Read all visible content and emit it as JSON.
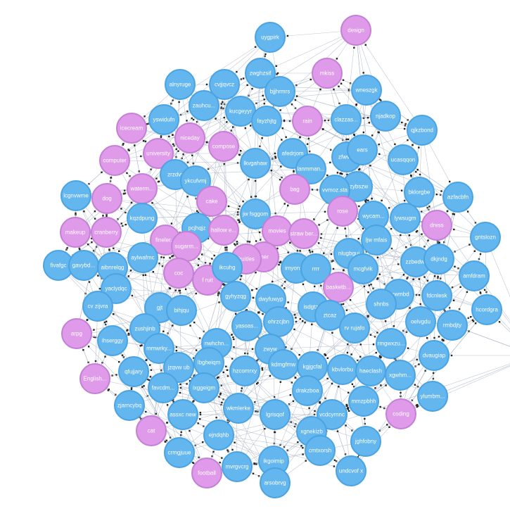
{
  "graph": {
    "colors": {
      "blue": "#63b6ee",
      "blue_stroke": "#4aa3e2",
      "pink": "#df9be9",
      "pink_stroke": "#c47fd6",
      "edge": "#aab4c4",
      "background": "#ffffff"
    },
    "nodes": [
      {
        "id": "uygpirk",
        "label": "uygpirk",
        "group": "blue"
      },
      {
        "id": "design",
        "label": "design",
        "group": "pink"
      },
      {
        "id": "zwghzsif",
        "label": "zwghzsif",
        "group": "blue"
      },
      {
        "id": "mkiss",
        "label": "mkiss",
        "group": "pink"
      },
      {
        "id": "alnyruge",
        "label": "alnyruge",
        "group": "blue"
      },
      {
        "id": "cvjjqvcz",
        "label": "cvjjqvcz",
        "group": "blue"
      },
      {
        "id": "bjjhrmrs",
        "label": "bjjhrmrs",
        "group": "blue"
      },
      {
        "id": "wneszgk",
        "label": "wneszgk",
        "group": "blue"
      },
      {
        "id": "zauhcu",
        "label": "zauhcu...",
        "group": "blue"
      },
      {
        "id": "kucgeyyr",
        "label": "kucgeyyr",
        "group": "blue"
      },
      {
        "id": "njadkop",
        "label": "njadkop",
        "group": "blue"
      },
      {
        "id": "yswidufn",
        "label": "yswidufn",
        "group": "blue"
      },
      {
        "id": "fayzhjtg",
        "label": "fayzhjtg",
        "group": "blue"
      },
      {
        "id": "rain",
        "label": "rain",
        "group": "pink"
      },
      {
        "id": "claszas",
        "label": "clazzas...",
        "group": "blue"
      },
      {
        "id": "qjkzbond",
        "label": "qjkzbond",
        "group": "blue"
      },
      {
        "id": "icecream",
        "label": "icecream",
        "group": "pink"
      },
      {
        "id": "niceday",
        "label": "niceday",
        "group": "pink"
      },
      {
        "id": "compose",
        "label": "compose",
        "group": "pink"
      },
      {
        "id": "university",
        "label": "university",
        "group": "pink"
      },
      {
        "id": "afedrjom",
        "label": "afedrjom",
        "group": "blue"
      },
      {
        "id": "zfwvqij",
        "label": "zfwvqij",
        "group": "blue"
      },
      {
        "id": "ucasqqon",
        "label": "ucasqqon",
        "group": "blue"
      },
      {
        "id": "ears",
        "label": "ears",
        "group": "blue"
      },
      {
        "id": "computer",
        "label": "computer",
        "group": "pink"
      },
      {
        "id": "lkvgahaw",
        "label": "lkvgahaw",
        "group": "blue"
      },
      {
        "id": "lanmman",
        "label": "lanmman...",
        "group": "blue"
      },
      {
        "id": "zrzdvr",
        "label": "zrzdvr",
        "group": "blue"
      },
      {
        "id": "ykcufvmj",
        "label": "ykcufvmj",
        "group": "blue"
      },
      {
        "id": "bag",
        "label": "bag",
        "group": "pink"
      },
      {
        "id": "yzybszw",
        "label": "yzybszw",
        "group": "blue"
      },
      {
        "id": "vvmozs",
        "label": "vvmoz.sta",
        "group": "blue"
      },
      {
        "id": "lcgnvwme",
        "label": "lcgnvwme",
        "group": "blue"
      },
      {
        "id": "dog",
        "label": "dog",
        "group": "pink"
      },
      {
        "id": "watermelon",
        "label": "waterm...",
        "group": "pink"
      },
      {
        "id": "bklorgbe",
        "label": "bklorgbe",
        "group": "blue"
      },
      {
        "id": "azfacbfn",
        "label": "azfacbfn",
        "group": "blue"
      },
      {
        "id": "cake",
        "label": "cake",
        "group": "pink"
      },
      {
        "id": "jwfsggom",
        "label": "jw fsggom",
        "group": "blue"
      },
      {
        "id": "rose",
        "label": "rose",
        "group": "pink"
      },
      {
        "id": "wycam",
        "label": "wycam...",
        "group": "blue"
      },
      {
        "id": "lywsugm",
        "label": "lywsugm",
        "group": "blue"
      },
      {
        "id": "dress",
        "label": "dress",
        "group": "pink"
      },
      {
        "id": "kqzdpung",
        "label": "kqzdpung",
        "group": "blue"
      },
      {
        "id": "pcjhqjz",
        "label": "pcjhqjz",
        "group": "blue"
      },
      {
        "id": "halloween",
        "label": "hallow e...",
        "group": "pink"
      },
      {
        "id": "movies",
        "label": "movies",
        "group": "pink"
      },
      {
        "id": "strawberry",
        "label": "straw ber...",
        "group": "pink"
      },
      {
        "id": "ljwmfais",
        "label": "ljw mfais",
        "group": "blue"
      },
      {
        "id": "makeup",
        "label": "makeup",
        "group": "pink"
      },
      {
        "id": "cranberry",
        "label": "cranberry",
        "group": "pink"
      },
      {
        "id": "gntslozn",
        "label": "gntslozn",
        "group": "blue"
      },
      {
        "id": "fineleather",
        "label": "fineler...",
        "group": "pink"
      },
      {
        "id": "sugarm",
        "label": "sugarm...",
        "group": "pink"
      },
      {
        "id": "mer",
        "label": "mer",
        "group": "pink"
      },
      {
        "id": "nlugbgui",
        "label": "nlugbgui",
        "group": "blue"
      },
      {
        "id": "zzbedwj",
        "label": "zzbedwj",
        "group": "blue"
      },
      {
        "id": "dkjndg",
        "label": "dkjndg",
        "group": "blue"
      },
      {
        "id": "fivafgc",
        "label": "fivafgc",
        "group": "blue"
      },
      {
        "id": "gavybd",
        "label": "gavybd...",
        "group": "blue"
      },
      {
        "id": "aibnrelqg",
        "label": "aibnrelqg",
        "group": "blue"
      },
      {
        "id": "aylwafmc",
        "label": "aylwafmc",
        "group": "blue"
      },
      {
        "id": "coc",
        "label": "coc",
        "group": "pink"
      },
      {
        "id": "fruit",
        "label": "f ruit",
        "group": "pink"
      },
      {
        "id": "fruitles",
        "label": "fruitles",
        "group": "pink"
      },
      {
        "id": "ikcuhg",
        "label": "ikcuhg",
        "group": "blue"
      },
      {
        "id": "imyonz",
        "label": "imyonz...",
        "group": "blue"
      },
      {
        "id": "rrrr",
        "label": "rrrr",
        "group": "blue"
      },
      {
        "id": "mcgfvik",
        "label": "mcgfvik",
        "group": "blue"
      },
      {
        "id": "amfdram",
        "label": "amfdram",
        "group": "blue"
      },
      {
        "id": "basketball",
        "label": "basketb...",
        "group": "pink"
      },
      {
        "id": "fdcnlesk",
        "label": "fdcnlesk",
        "group": "blue"
      },
      {
        "id": "yaclydqc",
        "label": "yaclydqc",
        "group": "blue"
      },
      {
        "id": "gjt",
        "label": "gjt",
        "group": "blue"
      },
      {
        "id": "bihjqu",
        "label": "bihjqu",
        "group": "blue"
      },
      {
        "id": "gyhyzqg",
        "label": "gyhyzqg",
        "group": "blue"
      },
      {
        "id": "dwyfuwyp",
        "label": "dwyfuwyp",
        "group": "blue"
      },
      {
        "id": "isdgtzfv",
        "label": "isdgtzfv",
        "group": "blue"
      },
      {
        "id": "cxwmbd",
        "label": "cxwmbd",
        "group": "blue"
      },
      {
        "id": "hcordgra",
        "label": "hcordgra",
        "group": "blue"
      },
      {
        "id": "cvzijvra",
        "label": "cv zijvra",
        "group": "blue"
      },
      {
        "id": "shnbs",
        "label": "shnbs",
        "group": "blue"
      },
      {
        "id": "ehrzcjbn",
        "label": "ehrzcjbn",
        "group": "blue"
      },
      {
        "id": "ztcaz",
        "label": "ztcaz",
        "group": "blue"
      },
      {
        "id": "oelvgdu",
        "label": "oelvgdu",
        "group": "blue"
      },
      {
        "id": "rmbdjty",
        "label": "rmbdjty",
        "group": "blue"
      },
      {
        "id": "zushjinb",
        "label": "zushjinb",
        "group": "blue"
      },
      {
        "id": "yasoas",
        "label": "yasoas...",
        "group": "blue"
      },
      {
        "id": "rvrujafo",
        "label": "rv rujafo",
        "group": "blue"
      },
      {
        "id": "ihserggy",
        "label": "ihserggy",
        "group": "blue"
      },
      {
        "id": "nwhchn",
        "label": "nwhchn...",
        "group": "blue"
      },
      {
        "id": "mmwrky",
        "label": "mmwrky...",
        "group": "blue"
      },
      {
        "id": "rmgwxzu",
        "label": "rmgwxzu...",
        "group": "blue"
      },
      {
        "id": "dvaugiap",
        "label": "dvaugiap",
        "group": "blue"
      },
      {
        "id": "arpg",
        "label": "arpg",
        "group": "pink"
      },
      {
        "id": "zwyw",
        "label": "zwyw",
        "group": "blue"
      },
      {
        "id": "kdmgfmw",
        "label": "kdmgfmw",
        "group": "blue"
      },
      {
        "id": "kgjgcfal",
        "label": "kgjgcfal",
        "group": "blue"
      },
      {
        "id": "lbgheiqm",
        "label": "lbgheiqm",
        "group": "blue"
      },
      {
        "id": "jzqvwub",
        "label": "jzqvw ub",
        "group": "blue"
      },
      {
        "id": "qfujjary",
        "label": "qfujjary",
        "group": "blue"
      },
      {
        "id": "kbvlorbu",
        "label": "kbvlorbu",
        "group": "blue"
      },
      {
        "id": "haeclash",
        "label": "haeclash",
        "group": "blue"
      },
      {
        "id": "xgwhm",
        "label": "xgwhm...",
        "group": "blue"
      },
      {
        "id": "english",
        "label": "English...",
        "group": "pink"
      },
      {
        "id": "hzcomrxy",
        "label": "hzcomrxy",
        "group": "blue"
      },
      {
        "id": "drakzboa",
        "label": "drakzboa",
        "group": "blue"
      },
      {
        "id": "favcdm",
        "label": "favcdm...",
        "group": "blue"
      },
      {
        "id": "ixggeigm",
        "label": "ixggeigm",
        "group": "blue"
      },
      {
        "id": "ylumbm",
        "label": "ylumbm...",
        "group": "blue"
      },
      {
        "id": "mmzpbhh",
        "label": "mmzpbhh",
        "group": "blue"
      },
      {
        "id": "zjarncybq",
        "label": "zjarncybq",
        "group": "blue"
      },
      {
        "id": "wkmlerke",
        "label": "wkmlerke",
        "group": "blue"
      },
      {
        "id": "lgrisqof",
        "label": "lgrisqof",
        "group": "blue"
      },
      {
        "id": "vcdcyrnnc",
        "label": "vcdcyrnnc",
        "group": "blue"
      },
      {
        "id": "coding",
        "label": "coding",
        "group": "pink"
      },
      {
        "id": "assxcnew",
        "label": "assxc new",
        "group": "blue"
      },
      {
        "id": "cat",
        "label": "cat",
        "group": "pink"
      },
      {
        "id": "ejndqhb",
        "label": "ejndqhb",
        "group": "blue"
      },
      {
        "id": "xgnekizb",
        "label": "xgnekizb",
        "group": "blue"
      },
      {
        "id": "jghfobny",
        "label": "jghfobny",
        "group": "blue"
      },
      {
        "id": "crmgjuue",
        "label": "crmgjuue",
        "group": "blue"
      },
      {
        "id": "cmtxorsh",
        "label": "cmtxorsh",
        "group": "blue"
      },
      {
        "id": "football",
        "label": "football",
        "group": "pink"
      },
      {
        "id": "mvrgvcrg",
        "label": "mvrgvcrg",
        "group": "blue"
      },
      {
        "id": "ikgoimip",
        "label": "ikgoimip",
        "group": "blue"
      },
      {
        "id": "undcvofx",
        "label": "undcvof x",
        "group": "blue"
      },
      {
        "id": "arsobrvg",
        "label": "arsobrvg",
        "group": "blue"
      },
      {
        "id": "trailing",
        "label": "",
        "group": "blue"
      }
    ]
  }
}
